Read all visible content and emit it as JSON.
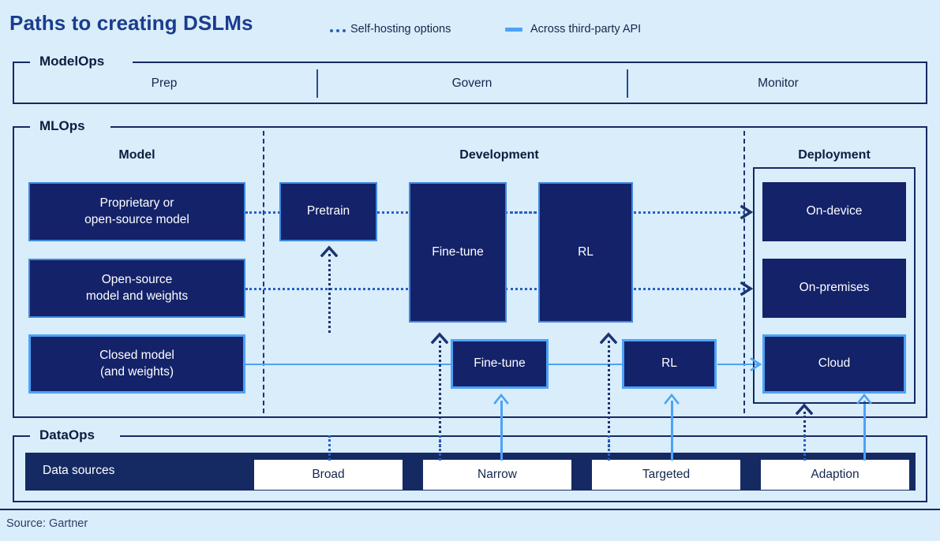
{
  "title": "Paths to creating DSLMs",
  "legend": [
    {
      "label": "Self-hosting options",
      "style": "dotted",
      "color": "#2a5fc4",
      "icon": "dotted-line-icon"
    },
    {
      "label": "Across third-party API",
      "style": "solid",
      "color": "#4da2f7",
      "icon": "solid-line-icon"
    }
  ],
  "groups": {
    "modelops": {
      "label": "ModelOps",
      "cells": [
        "Prep",
        "Govern",
        "Monitor"
      ]
    },
    "mlops": {
      "label": "MLOps",
      "columns": [
        "Model",
        "Development",
        "Deployment"
      ],
      "model_boxes": [
        "Proprietary or\nopen-source model",
        "Open-source\nmodel and weights",
        "Closed model\n(and weights)"
      ],
      "model_boxes_lines": [
        [
          "Proprietary or",
          "open-source model"
        ],
        [
          "Open-source",
          "model and weights"
        ],
        [
          "Closed model",
          "(and weights)"
        ]
      ],
      "development_boxes_top": [
        "Pretrain",
        "Fine-tune",
        "RL"
      ],
      "development_boxes_bottom": [
        "Fine-tune",
        "RL"
      ],
      "deployment_boxes": [
        "On-device",
        "On-premises",
        "Cloud"
      ]
    },
    "dataops": {
      "label": "DataOps",
      "bar_label": "Data sources",
      "items": [
        "Broad",
        "Narrow",
        "Targeted",
        "Adaption"
      ]
    }
  },
  "source": "Source: Gartner",
  "colors": {
    "background": "#d9edfb",
    "navy": "#142269",
    "frame": "#152a63",
    "accent_light_blue": "#4da2f7",
    "dotted_blue": "#2a5fc4",
    "title": "#1b3c8c"
  }
}
